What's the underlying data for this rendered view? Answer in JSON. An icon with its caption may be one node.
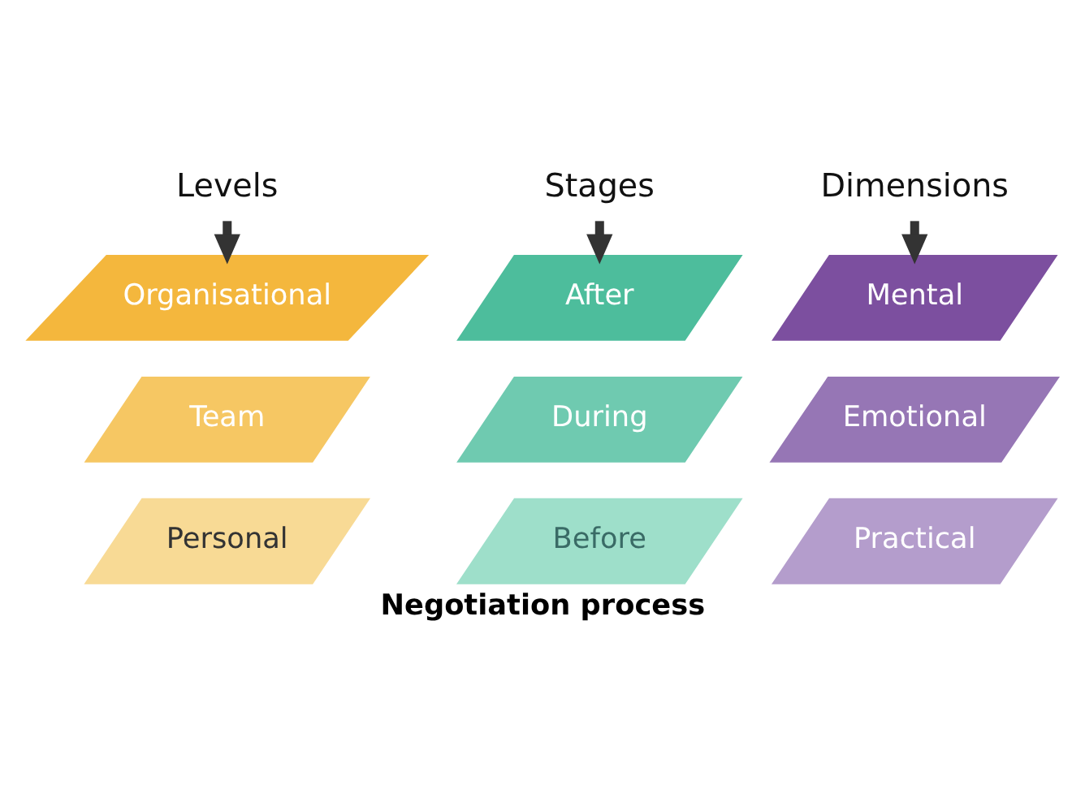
{
  "diagram": {
    "caption": "Negotiation process",
    "nodes": [
      {
        "text": [
          "Levels"
        ]
      },
      {
        "text": [
          "Stages"
        ]
      },
      {
        "text": [
          "Dimensions"
        ]
      },
      {
        "text": [
          "Organisational"
        ]
      },
      {
        "text": [
          "After"
        ]
      },
      {
        "text": [
          "Mental"
        ]
      },
      {
        "text": [
          "Team"
        ]
      },
      {
        "text": [
          "During"
        ]
      },
      {
        "text": [
          "Emotional"
        ]
      },
      {
        "text": [
          "Personal"
        ]
      },
      {
        "text": [
          "Before"
        ]
      },
      {
        "text": [
          "Practical"
        ]
      }
    ],
    "edges": [
      {
        "from": 0,
        "to": 3,
        "arrow": "to"
      },
      {
        "from": 1,
        "to": 4,
        "arrow": "to"
      },
      {
        "from": 2,
        "to": 5,
        "arrow": "to"
      }
    ]
  }
}
